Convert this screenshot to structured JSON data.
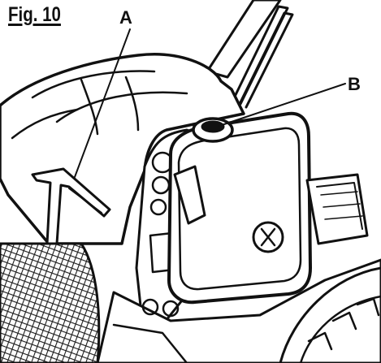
{
  "figure": {
    "label": "Fig. 10"
  },
  "callouts": [
    {
      "letter": "A"
    },
    {
      "letter": "B"
    }
  ],
  "colors": {
    "ink": "#111111",
    "paper": "#ffffff"
  }
}
